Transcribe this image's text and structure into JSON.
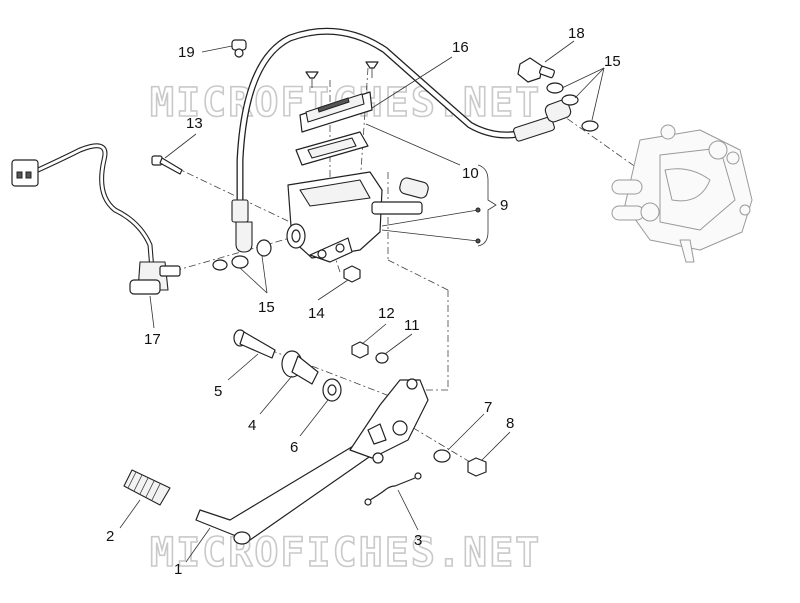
{
  "watermark": "MICROFICHES.NET",
  "callouts": [
    {
      "id": "1",
      "text": "1"
    },
    {
      "id": "2",
      "text": "2"
    },
    {
      "id": "3",
      "text": "3"
    },
    {
      "id": "4",
      "text": "4"
    },
    {
      "id": "5",
      "text": "5"
    },
    {
      "id": "6",
      "text": "6"
    },
    {
      "id": "7",
      "text": "7"
    },
    {
      "id": "8",
      "text": "8"
    },
    {
      "id": "9",
      "text": "9"
    },
    {
      "id": "10",
      "text": "10"
    },
    {
      "id": "11",
      "text": "11"
    },
    {
      "id": "12",
      "text": "12"
    },
    {
      "id": "13",
      "text": "13"
    },
    {
      "id": "14",
      "text": "14"
    },
    {
      "id": "15a",
      "text": "15"
    },
    {
      "id": "15b",
      "text": "15"
    },
    {
      "id": "16",
      "text": "16"
    },
    {
      "id": "17",
      "text": "17"
    },
    {
      "id": "18",
      "text": "18"
    },
    {
      "id": "19",
      "text": "19"
    }
  ]
}
